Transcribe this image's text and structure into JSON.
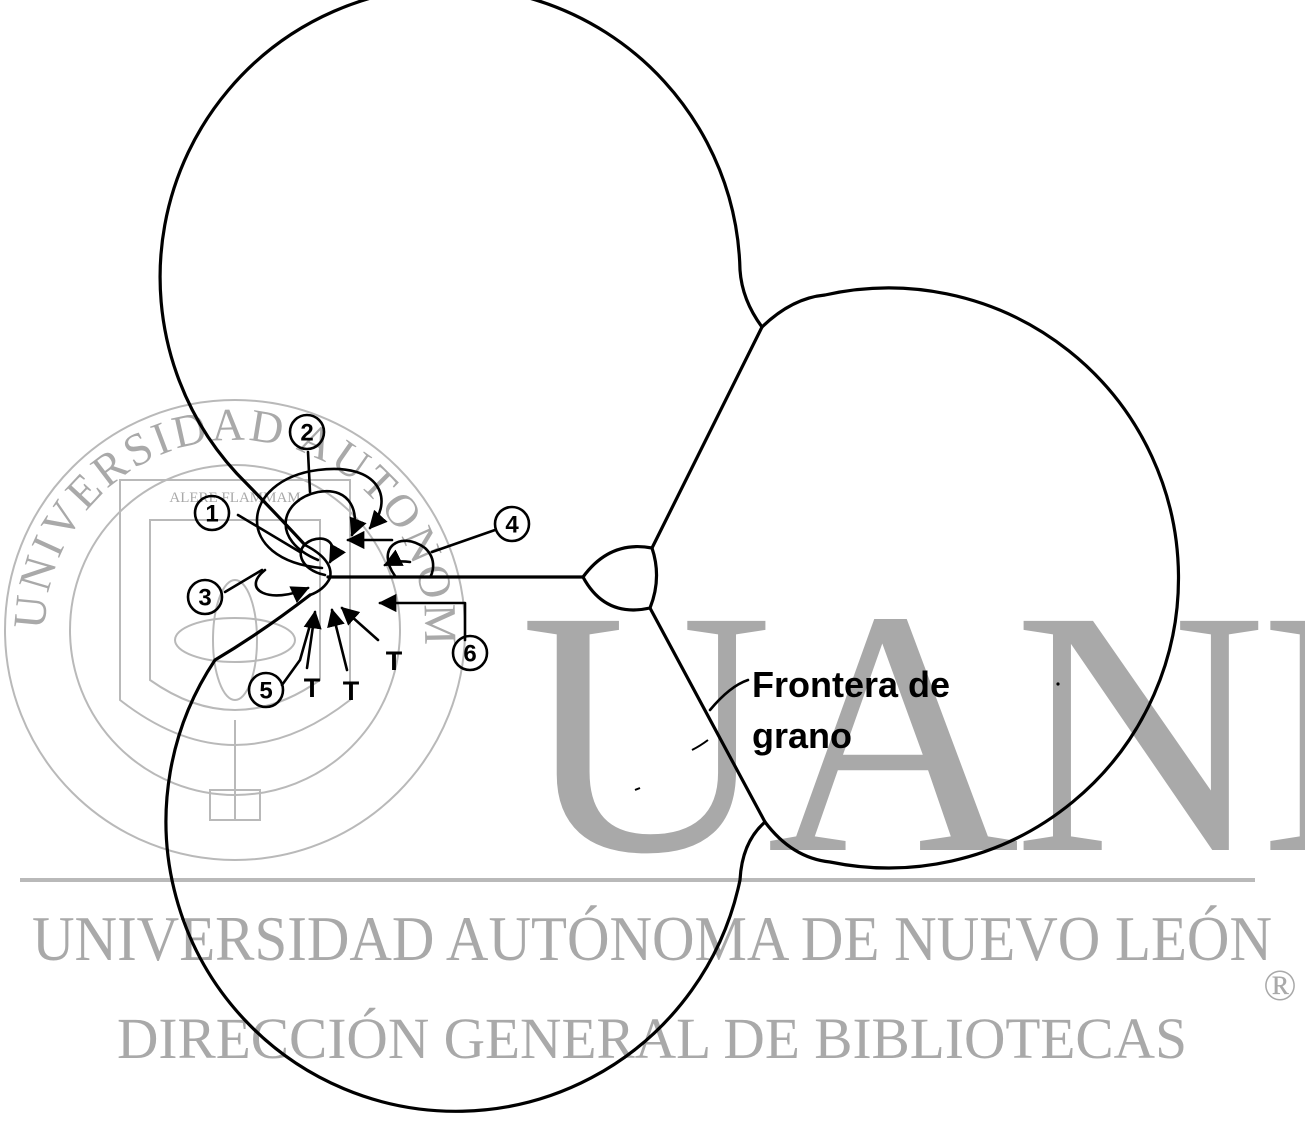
{
  "watermark": {
    "big_letters": "UANL",
    "university": "UNIVERSIDAD AUTÓNOMA DE NUEVO LEÓN",
    "directorate": "DIRECCIÓN GENERAL DE BIBLIOTECAS",
    "registered_mark": "®",
    "seal_ring_text": "UNIVERSIDAD AUTONOMA DE NUEVO LEON",
    "seal_inner_text": "ALERE FLAMMAM",
    "color": "#b9b9b9"
  },
  "diagram": {
    "grain_boundary_label_line1": "Frontera de",
    "grain_boundary_label_line2": "grano",
    "markers": [
      "1",
      "2",
      "3",
      "4",
      "5",
      "6"
    ],
    "t_labels": [
      "T",
      "T",
      "T"
    ]
  }
}
